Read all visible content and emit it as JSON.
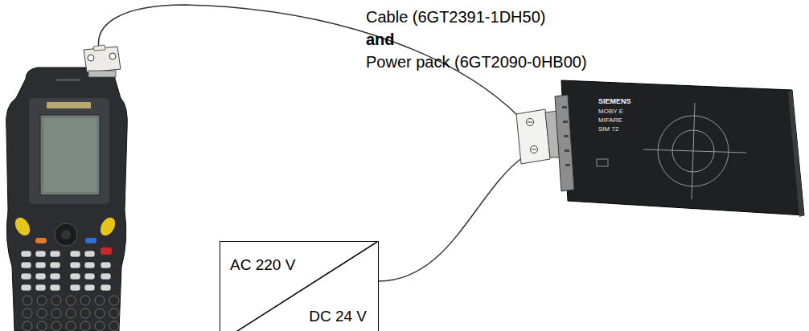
{
  "diagram": {
    "nodes": [
      {
        "text": [
          "AC 220 V",
          "DC 24 V"
        ]
      }
    ],
    "labels": [
      "Cable (6GT2391-1DH50)",
      "and",
      "Power pack (6GT2090-0HB00)",
      "SIEMENS",
      "MOBY E",
      "MIFARE",
      "SIM 72"
    ]
  }
}
